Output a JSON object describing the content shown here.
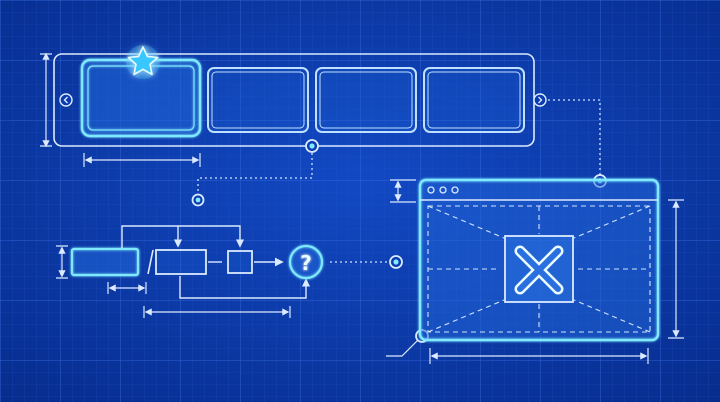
{
  "colors": {
    "background": "#0b3bb0",
    "background_edge": "#072c8c",
    "grid_minor": "#2a5bd0",
    "grid_major": "#3b6ee0",
    "line": "#cfe4ff",
    "accent": "#5fd4ff",
    "glow": "#7fe9ff",
    "panel_fill": "#1c63d6"
  },
  "carousel": {
    "slide_count": 4,
    "active_slide": 1,
    "featured_icon": "star-icon",
    "prev_icon": "chevron-left-icon",
    "next_icon": "chevron-right-icon"
  },
  "flowchart": {
    "decision_symbol": "?",
    "decision_icon": "question-icon"
  },
  "browser_window": {
    "window_controls": 3,
    "placeholder_icon": "close-x-icon"
  }
}
